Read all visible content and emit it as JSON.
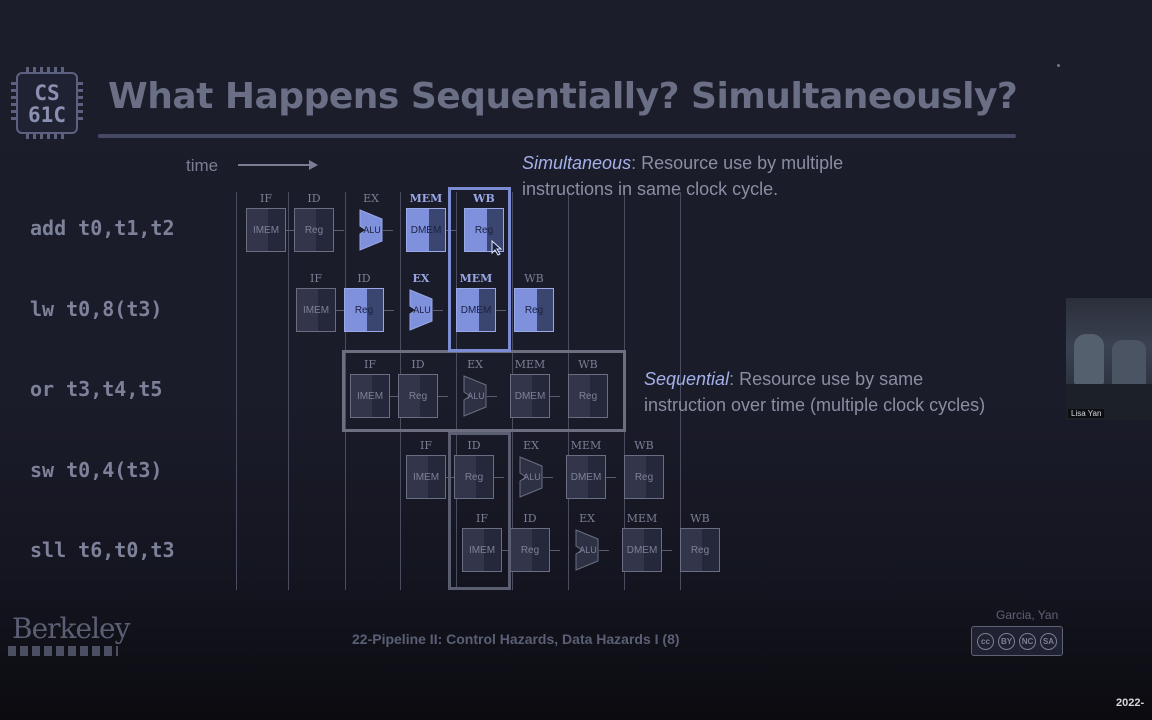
{
  "logo": {
    "line1": "CS",
    "line2": "61C"
  },
  "slide": {
    "title": "What Happens Sequentially? Simultaneously?",
    "time_label": "time",
    "instructions": [
      "add t0,t1,t2",
      "lw t0,8(t3)",
      "or t3,t4,t5",
      "sw t0,4(t3)",
      "sll t6,t0,t3"
    ],
    "stages": [
      "IF",
      "ID",
      "EX",
      "MEM",
      "WB"
    ],
    "units": {
      "imem": "IMEM",
      "reg": "Reg",
      "alu": "ALU",
      "dmem": "DMEM"
    },
    "simultaneous": {
      "term": "Simultaneous",
      "line1": ": Resource use by multiple",
      "line2": "instructions in same clock cycle."
    },
    "sequential": {
      "term": "Sequential",
      "line1": ": Resource use by same",
      "line2": "instruction over time (multiple clock cycles)"
    },
    "footer": "22-Pipeline II: Control Hazards, Data Hazards I (8)",
    "authors": "Garcia, Yan",
    "institution": "Berkeley",
    "license_badges": [
      "cc",
      "BY",
      "NC",
      "SA"
    ]
  },
  "webcam": {
    "name": "Lisa Yan"
  },
  "timestamp": "2022-",
  "colors": {
    "background": "#1b1d2b",
    "highlight": "#7f90dc",
    "text": "#7d8199"
  }
}
